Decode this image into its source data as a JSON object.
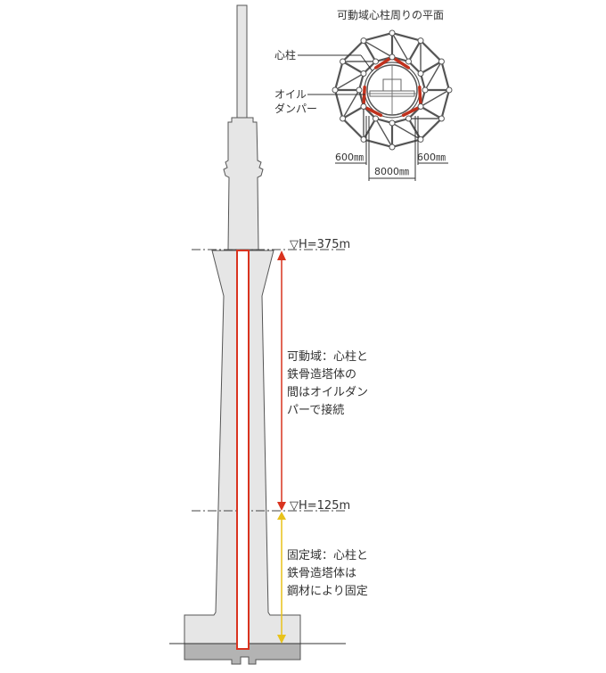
{
  "plan": {
    "title": "可動域心柱周りの平面",
    "core_label": "心柱",
    "damper_label_1": "オイル",
    "damper_label_2": "ダンパー",
    "dim_left": "600㎜",
    "dim_right": "600㎜",
    "dim_center": "8000㎜"
  },
  "elevation": {
    "level_top": "▽H=375m",
    "level_mid": "▽H=125m",
    "movable_text": [
      "可動域：心柱と",
      "鉄骨造塔体の",
      "間はオイルダン",
      "パーで接続"
    ],
    "fixed_text": [
      "固定域：心柱と",
      "鉄骨造塔体は",
      "鋼材により固定"
    ]
  },
  "colors": {
    "core": "#d9331f",
    "movable_arrow": "#d9331f",
    "fixed_arrow": "#e8c21a",
    "tower": "#e6e6e6",
    "below_ground": "#b3b3b3"
  }
}
